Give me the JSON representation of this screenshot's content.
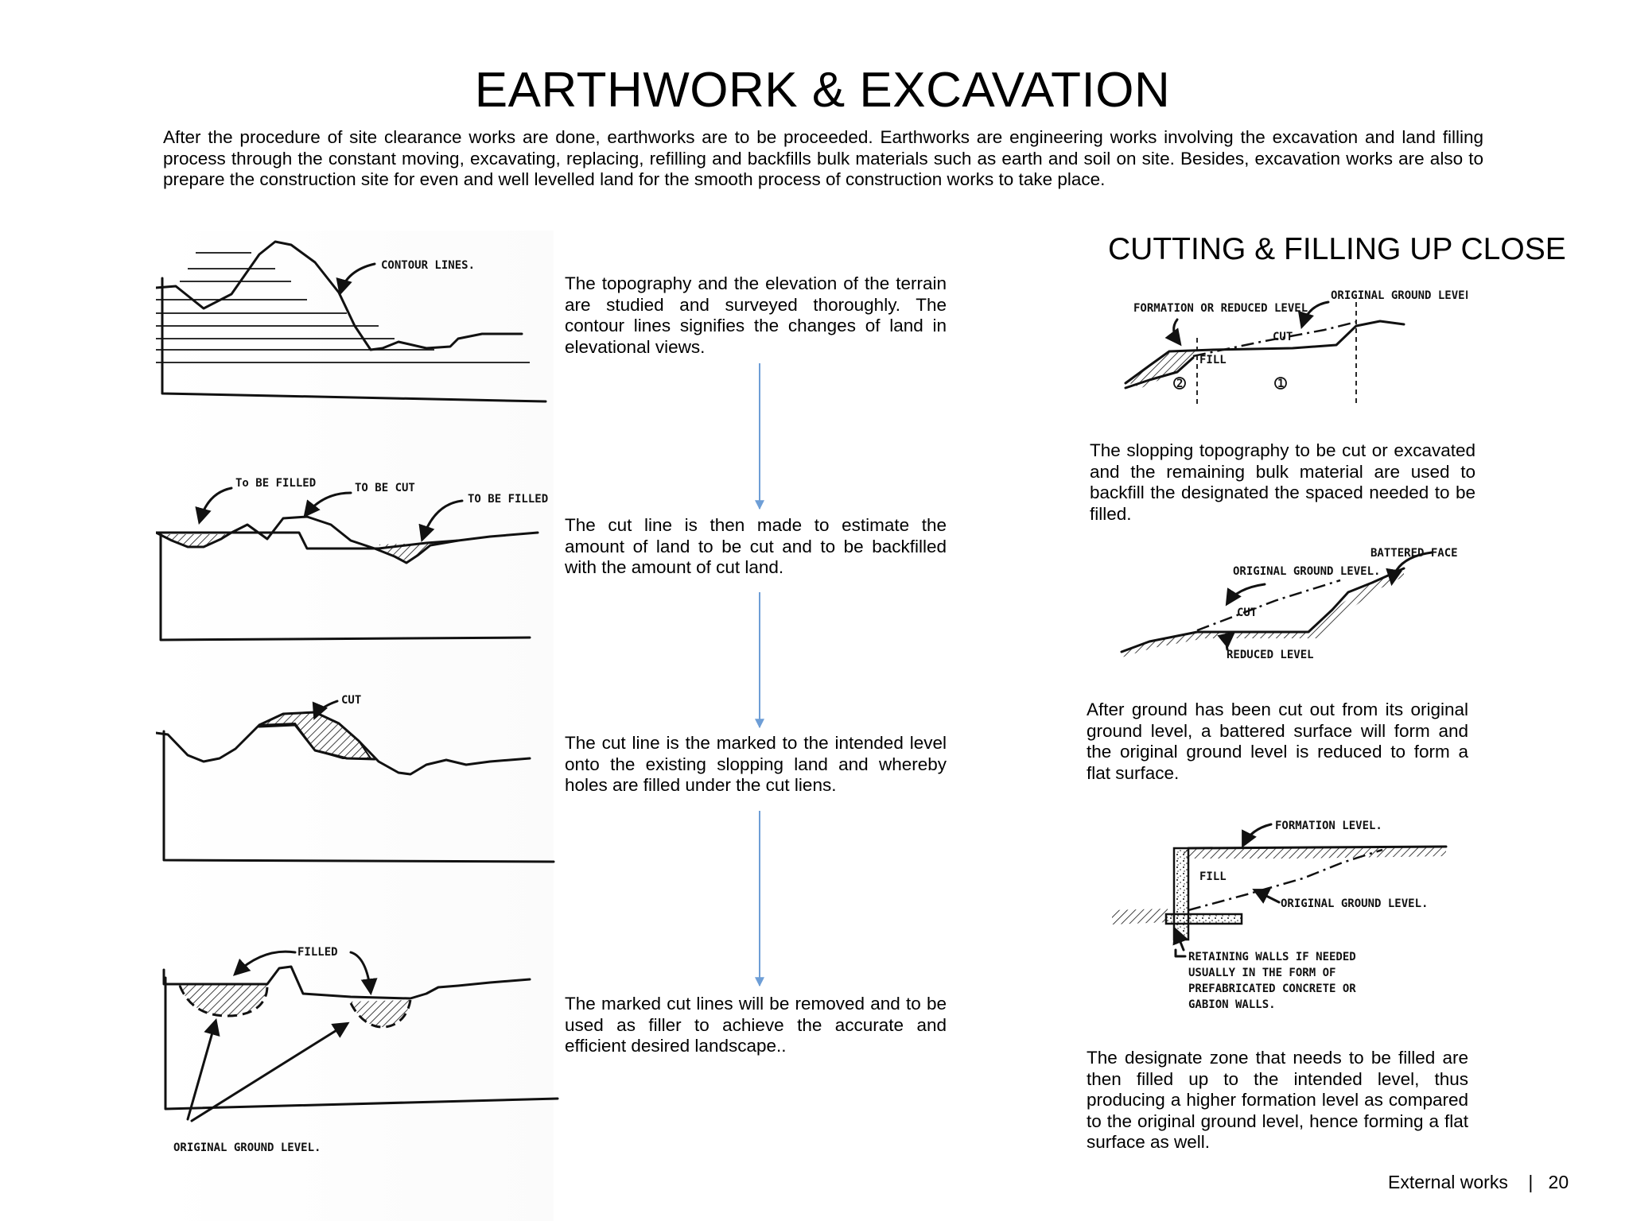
{
  "page": {
    "title": "EARTHWORK & EXCAVATION",
    "intro": "After the procedure of site clearance works are done, earthworks are to be proceeded. Earthworks are engineering works involving the excavation and land filling process through the constant moving, excavating, replacing, refilling and backfills bulk materials such as earth and soil on site. Besides, excavation works are also to prepare the construction site for even and well levelled land for the smooth process of construction works to take place."
  },
  "left": {
    "steps": [
      {
        "text": "The topography and the elevation of the terrain are studied and surveyed thoroughly. The contour lines signifies the changes of land in elevational views."
      },
      {
        "text": "The cut line is then made to estimate the amount of land to be cut and to be backfilled with the amount of cut land."
      },
      {
        "text": "The cut line is the marked to the intended level onto the existing slopping land and whereby holes are filled under the cut liens."
      },
      {
        "text": "The marked cut lines will be removed and to be used as filler to achieve the accurate and efficient desired landscape.."
      }
    ],
    "sketch_labels": {
      "contour": "CONTOUR LINES.",
      "to_be_filled_1": "To BE FILLED",
      "to_be_cut": "TO BE CUT",
      "to_be_filled_2": "TO BE FILLED",
      "cut": "CUT",
      "filled": "FILLED",
      "original_ground": "ORIGINAL GROUND LEVEL."
    },
    "arrow_color": "#6e9ed6"
  },
  "right": {
    "subtitle": "CUTTING & FILLING UP CLOSE",
    "paras": [
      {
        "text": "The slopping topography to be cut or excavated and the remaining bulk material are used to backfill the designated the spaced needed to be filled."
      },
      {
        "text": "After ground has been cut out from its original ground level, a battered surface will form and the original ground level is reduced to form a flat surface."
      },
      {
        "text": "The designate zone that needs to be filled are then filled up to the intended level, thus producing a higher formation level as compared to the original ground level, hence forming a flat surface as well."
      }
    ],
    "sketch_labels": {
      "formation_reduced": "FORMATION OR REDUCED LEVEL.",
      "original_ground_1": "ORIGINAL GROUND LEVEL",
      "cut_1": "CUT",
      "fill_1": "FILL",
      "marker_2": "2",
      "marker_1": "1",
      "battered_face": "BATTERED FACE",
      "original_ground_2": "ORIGINAL GROUND LEVEL.",
      "cut_2": "CUT",
      "reduced_level": "REDUCED LEVEL",
      "formation_level": "FORMATION LEVEL.",
      "fill_2": "FILL",
      "original_ground_3": "ORIGINAL GROUND LEVEL.",
      "retaining_1": "RETAINING WALLS IF NEEDED",
      "retaining_2": "USUALLY IN THE FORM OF",
      "retaining_3": "PREFABRICATED CONCRETE OR",
      "retaining_4": "GABION WALLS."
    }
  },
  "footer": {
    "section": "External works",
    "separator": "|",
    "page_number": "20"
  }
}
